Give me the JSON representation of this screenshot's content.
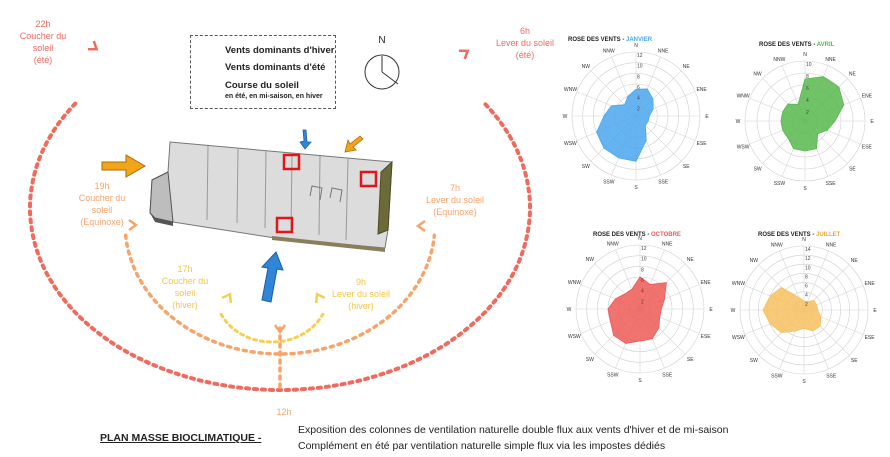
{
  "sun_labels": {
    "h22": {
      "time": "22h",
      "line1": "Coucher du soleil",
      "line2": "(été)"
    },
    "h6": {
      "time": "6h",
      "line1": "Lever du soleil",
      "line2": "(été)"
    },
    "h19": {
      "time": "19h",
      "line1": "Coucher du soleil",
      "line2": "(Equinoxe)"
    },
    "h7": {
      "time": "7h",
      "line1": "Lever du soleil",
      "line2": "(Equinoxe)"
    },
    "h17": {
      "time": "17h",
      "line1": "Coucher du soleil",
      "line2": "(hiver)"
    },
    "h9": {
      "time": "9h",
      "line1": "Lever du soleil",
      "line2": "(hiver)"
    },
    "h12": {
      "time": "12h"
    }
  },
  "legend": {
    "winter": "Vents dominants d'hiver",
    "summer": "Vents dominants d'été",
    "sun_title": "Course du soleil",
    "sun_sub": "en été, en mi-saison, en hiver"
  },
  "compass": {
    "north": "N"
  },
  "colors": {
    "summer_path": "#ee6b5e",
    "equinox_path": "#f7a46b",
    "winter_path": "#f3cf55",
    "winter_wind": "#2f86d6",
    "summer_wind": "#f2a51a",
    "vent_marker": "#e0161b",
    "rose_janvier": "#4aa7ef",
    "rose_avril": "#58b84c",
    "rose_octobre": "#ef5a57",
    "rose_juillet": "#f7c160"
  },
  "caption": {
    "title": "PLAN MASSE BIOCLIMATIQUE -",
    "line1": "Exposition des colonnes de ventilation naturelle double flux aux vents d'hiver et de mi-saison",
    "line2": "Complément en été par ventilation naturelle simple flux via les impostes dédiés"
  },
  "directions": [
    "N",
    "NNE",
    "NE",
    "ENE",
    "E",
    "ESE",
    "SE",
    "SSE",
    "S",
    "SSW",
    "SW",
    "WSW",
    "W",
    "WNW",
    "NW",
    "NNW"
  ],
  "roses": [
    {
      "prefix": "ROSE DES VENTS - ",
      "month": "JANVIER",
      "month_color": "#4aa7ef",
      "max": 12,
      "ticks": [
        "12",
        "10",
        "8",
        "6",
        "4",
        "2"
      ],
      "values": [
        5,
        5.5,
        4.5,
        3.5,
        2.5,
        2.5,
        2.5,
        5,
        8.5,
        8.5,
        8.5,
        8,
        6,
        5,
        3,
        4
      ]
    },
    {
      "prefix": "ROSE DES VENTS - ",
      "month": "AVRIL",
      "month_color": "#58b84c",
      "max": 10,
      "ticks": [
        "10",
        "8",
        "6",
        "4",
        "2"
      ],
      "values": [
        7,
        8,
        8,
        7,
        5,
        4,
        3,
        5,
        5,
        5,
        4,
        4,
        4,
        4,
        4,
        3
      ]
    },
    {
      "prefix": "ROSE DES VENTS - ",
      "month": "OCTOBRE",
      "month_color": "#ef5a57",
      "max": 12,
      "ticks": [
        "12",
        "10",
        "8",
        "6",
        "4",
        "2"
      ],
      "values": [
        6,
        5,
        7,
        5,
        4,
        4,
        5,
        6,
        6,
        7,
        7,
        6,
        6,
        5,
        4,
        4
      ]
    },
    {
      "prefix": "ROSE DES VENTS - ",
      "month": "JUILLET",
      "month_color": "#f7c160",
      "max": 14,
      "ticks": [
        "14",
        "12",
        "10",
        "8",
        "6",
        "4",
        "2"
      ],
      "values": [
        2,
        2,
        3,
        3,
        3,
        4,
        5,
        5,
        4,
        5,
        7,
        8,
        9,
        8,
        7,
        3
      ]
    }
  ]
}
